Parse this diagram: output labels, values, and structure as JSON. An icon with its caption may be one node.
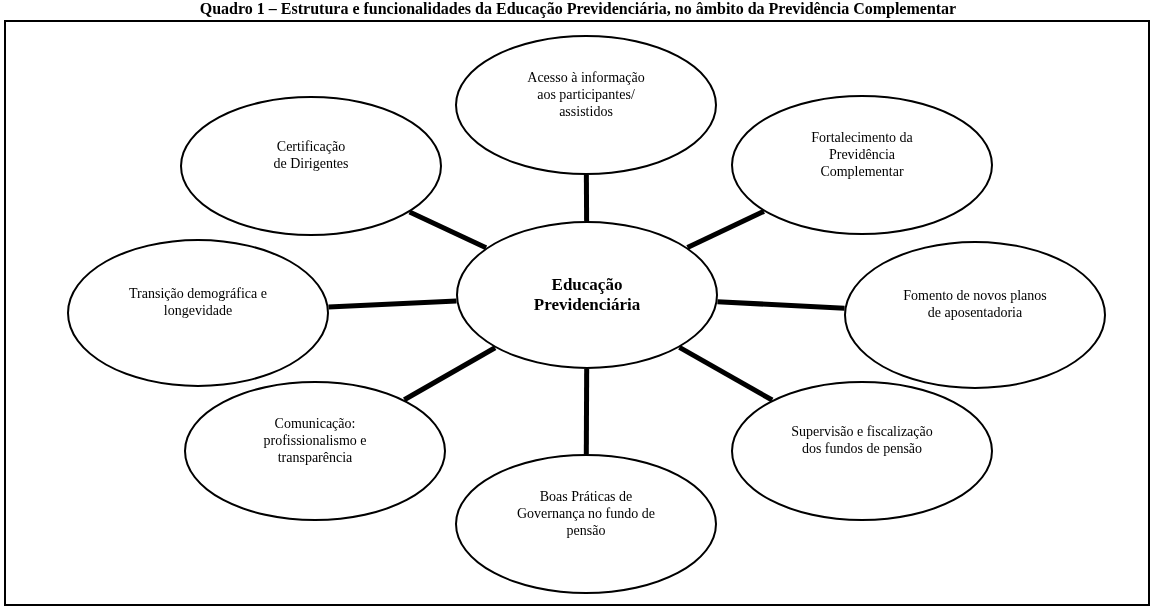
{
  "diagram": {
    "title": "Quadro 1 – Estrutura e funcionalidades da Educação Previdenciária, no âmbito da Previdência Complementar",
    "nodes": [
      {
        "text": [
          "Acesso à informação aos participantes/ assistidos"
        ]
      },
      {
        "text": [
          "Certificação de Dirigentes"
        ]
      },
      {
        "text": [
          "Fortalecimento da Previdência Complementar"
        ]
      },
      {
        "text": [
          "Transição demográfica e longevidade"
        ]
      },
      {
        "text": [
          "Educação Previdenciária"
        ]
      },
      {
        "text": [
          "Fomento de novos planos de aposentadoria"
        ]
      },
      {
        "text": [
          "Comunicação: profissionalismo e transparência"
        ]
      },
      {
        "text": [
          "Supervisão e fiscalização dos fundos de pensão"
        ]
      },
      {
        "text": [
          "Boas Práticas de Governança no fundo de pensão"
        ]
      }
    ],
    "edges": [
      {
        "from": 4,
        "to": 0,
        "arrow": "none"
      },
      {
        "from": 4,
        "to": 1,
        "arrow": "none"
      },
      {
        "from": 4,
        "to": 2,
        "arrow": "none"
      },
      {
        "from": 4,
        "to": 3,
        "arrow": "none"
      },
      {
        "from": 4,
        "to": 5,
        "arrow": "none"
      },
      {
        "from": 4,
        "to": 6,
        "arrow": "none"
      },
      {
        "from": 4,
        "to": 7,
        "arrow": "none"
      },
      {
        "from": 4,
        "to": 8,
        "arrow": "none"
      }
    ]
  }
}
